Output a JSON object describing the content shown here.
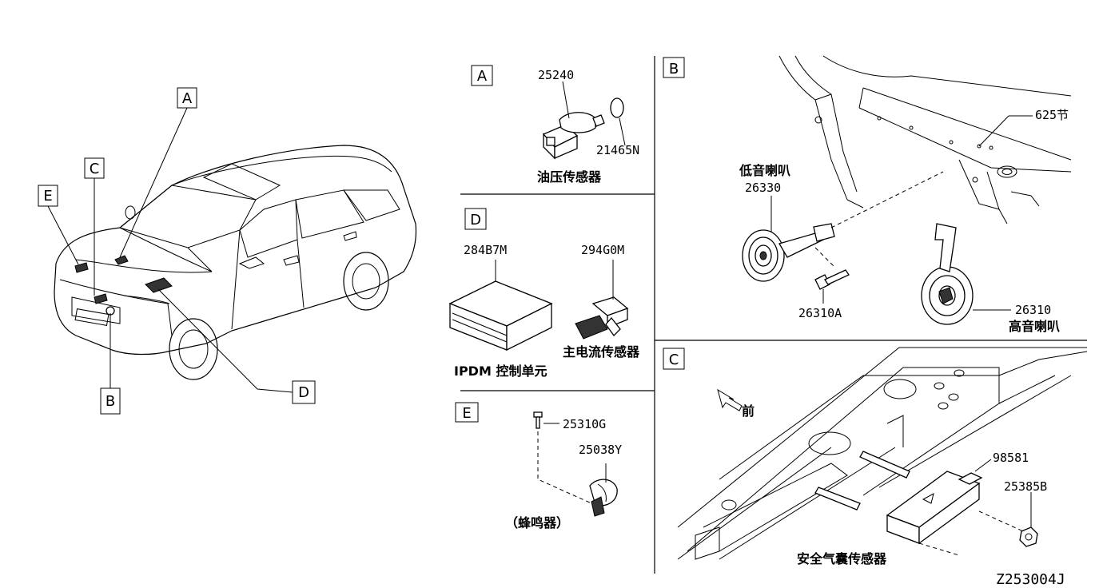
{
  "diagram": {
    "callouts": {
      "a": "A",
      "b": "B",
      "c": "C",
      "d": "D",
      "e": "E"
    },
    "panel_a": {
      "box": "A",
      "parts": {
        "sensor": "25240",
        "washer": "21465N"
      },
      "caption": "油压传感器"
    },
    "panel_d": {
      "box": "D",
      "parts": {
        "ipdm": "284B7M",
        "current_sensor": "294G0M"
      },
      "captions": {
        "ipdm": "IPDM 控制单元",
        "current_sensor": "主电流传感器"
      }
    },
    "panel_e": {
      "box": "E",
      "parts": {
        "bolt": "25310G",
        "buzzer": "25038Y"
      },
      "caption": "（蜂鸣器）"
    },
    "panel_b": {
      "box": "B",
      "parts": {
        "frame": "625节",
        "low_horn": "26330",
        "bolt": "26310A",
        "high_horn": "26310"
      },
      "captions": {
        "low_horn": "低音喇叭",
        "high_horn": "高音喇叭"
      }
    },
    "panel_c": {
      "box": "C",
      "front": "前",
      "parts": {
        "sensor": "98581",
        "nut": "25385B"
      },
      "caption": "安全气囊传感器"
    },
    "diagram_id": "Z253004J"
  }
}
